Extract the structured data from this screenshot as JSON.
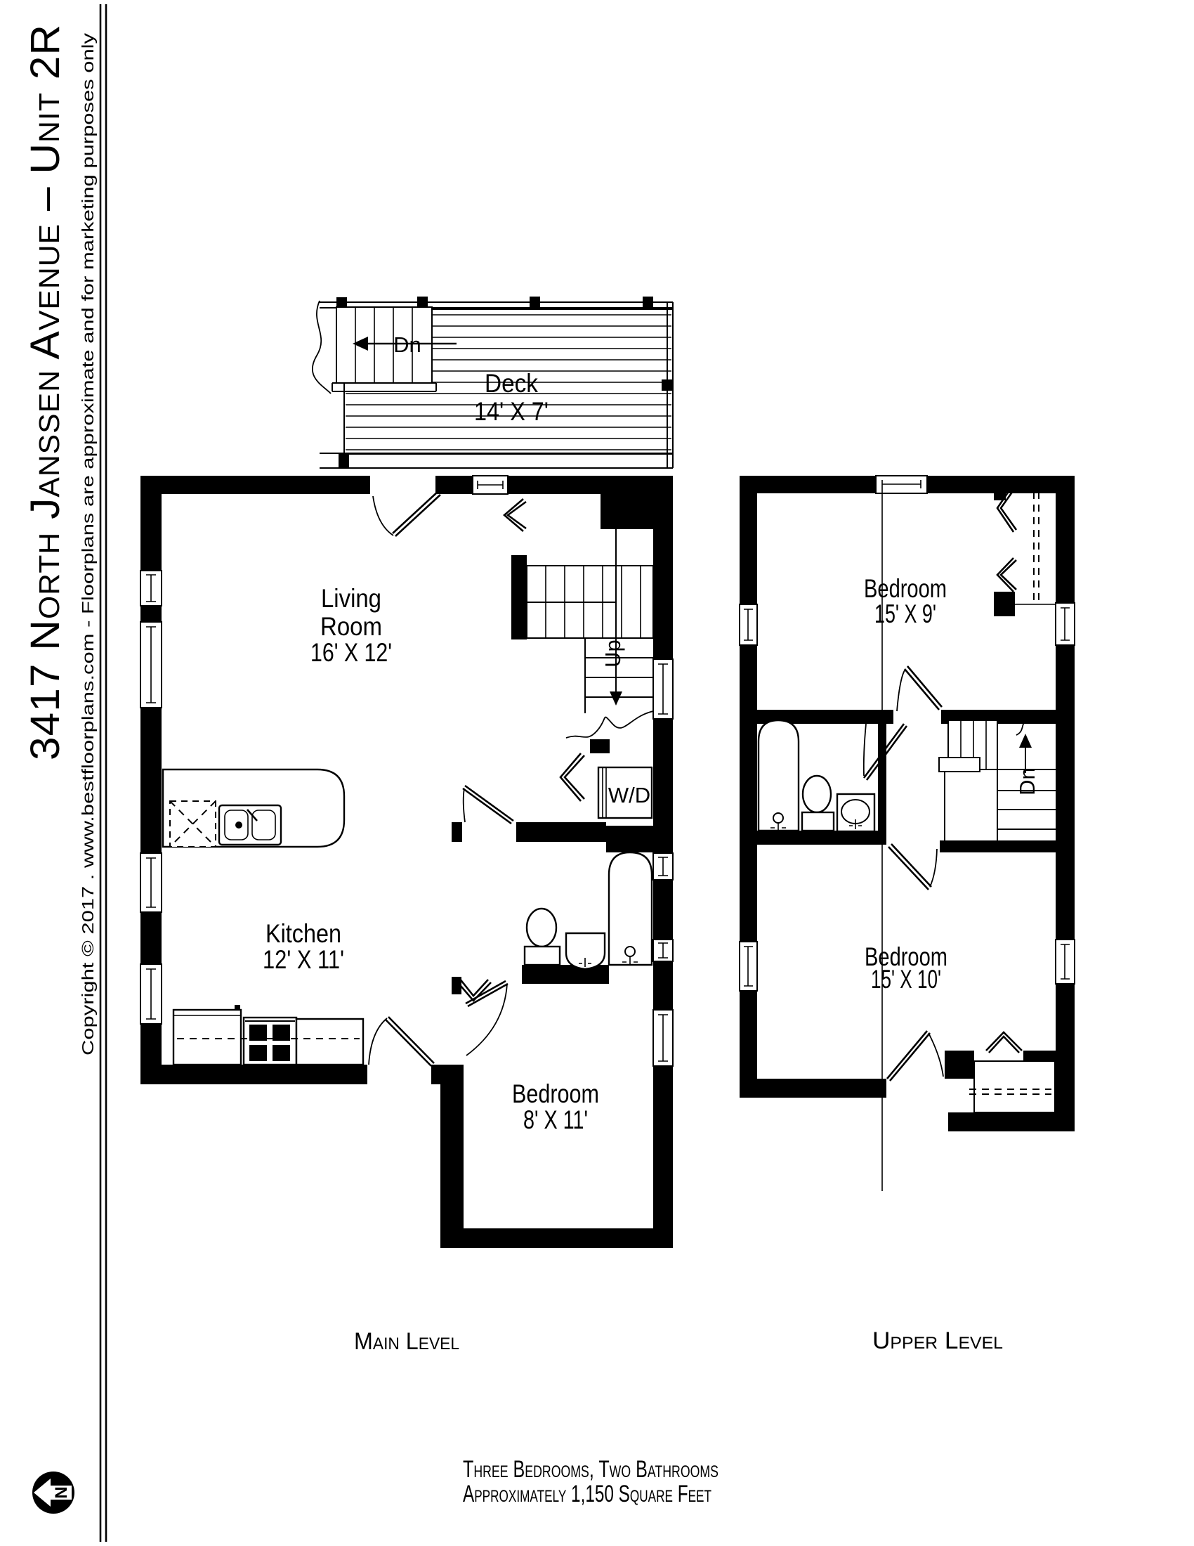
{
  "sidebar": {
    "title": "3417 North Janssen Avenue – Unit 2R",
    "copyright": "Copyright © 2017 . www.bestfloorplans.com - Floorplans are approximate and for marketing purposes only"
  },
  "main_level": {
    "label": "Main Level",
    "deck": {
      "name": "Deck",
      "dims": "14' X 7'",
      "stair_label": "Dn"
    },
    "living": {
      "line1": "Living",
      "line2": "Room",
      "dims": "16' X 12'"
    },
    "kitchen": {
      "name": "Kitchen",
      "dims": "12' X 11'"
    },
    "bedroom": {
      "name": "Bedroom",
      "dims": "8' X 11'"
    },
    "laundry_label": "W/D",
    "stair_label": "Up"
  },
  "upper_level": {
    "label": "Upper Level",
    "bedroom1": {
      "name": "Bedroom",
      "dims": "15' X 9'"
    },
    "bedroom2": {
      "name": "Bedroom",
      "dims": "15' X 10'"
    },
    "stair_label": "Dn"
  },
  "summary": {
    "line1": "Three Bedrooms, Two Bathrooms",
    "line2": "Approximately 1,150 Square Feet"
  },
  "compass": {
    "label": "N"
  }
}
